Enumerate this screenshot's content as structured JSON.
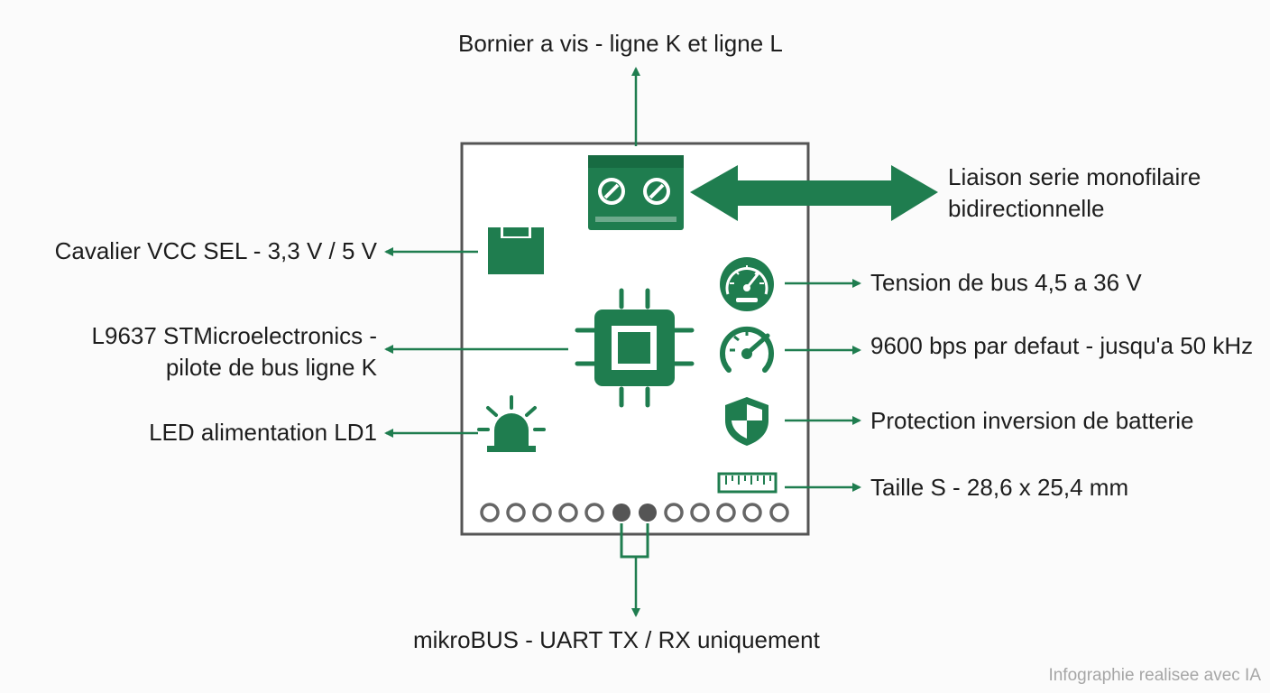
{
  "colors": {
    "accent": "#1f7d4f",
    "board_outline": "#555555",
    "pin": "#666666",
    "text": "#1d1d1d",
    "credit": "#a6a6a6"
  },
  "labels": {
    "top": "Bornier a vis - ligne K et ligne L",
    "serial_line1": "Liaison serie monofilaire",
    "serial_line2": "bidirectionnelle",
    "jumper": "Cavalier VCC SEL - 3,3 V / 5 V",
    "chip_line1": "L9637 STMicroelectronics -",
    "chip_line2": "pilote de bus ligne K",
    "led": "LED alimentation LD1",
    "voltage": "Tension de bus 4,5 a 36 V",
    "baud": "9600 bps par defaut - jusqu'a 50 kHz",
    "protection": "Protection inversion de batterie",
    "size": "Taille S - 28,6 x 25,4 mm",
    "bottom": "mikroBUS - UART TX / RX uniquement"
  },
  "icons": {
    "terminal": "screw-terminal-icon",
    "jumper": "jumper-icon",
    "chip": "chip-icon",
    "led": "beacon-light-icon",
    "gauge": "gauge-icon",
    "speedometer": "speedometer-icon",
    "shield": "shield-icon",
    "ruler": "ruler-icon"
  },
  "footer": {
    "credit": "Infographie realisee avec IA"
  }
}
